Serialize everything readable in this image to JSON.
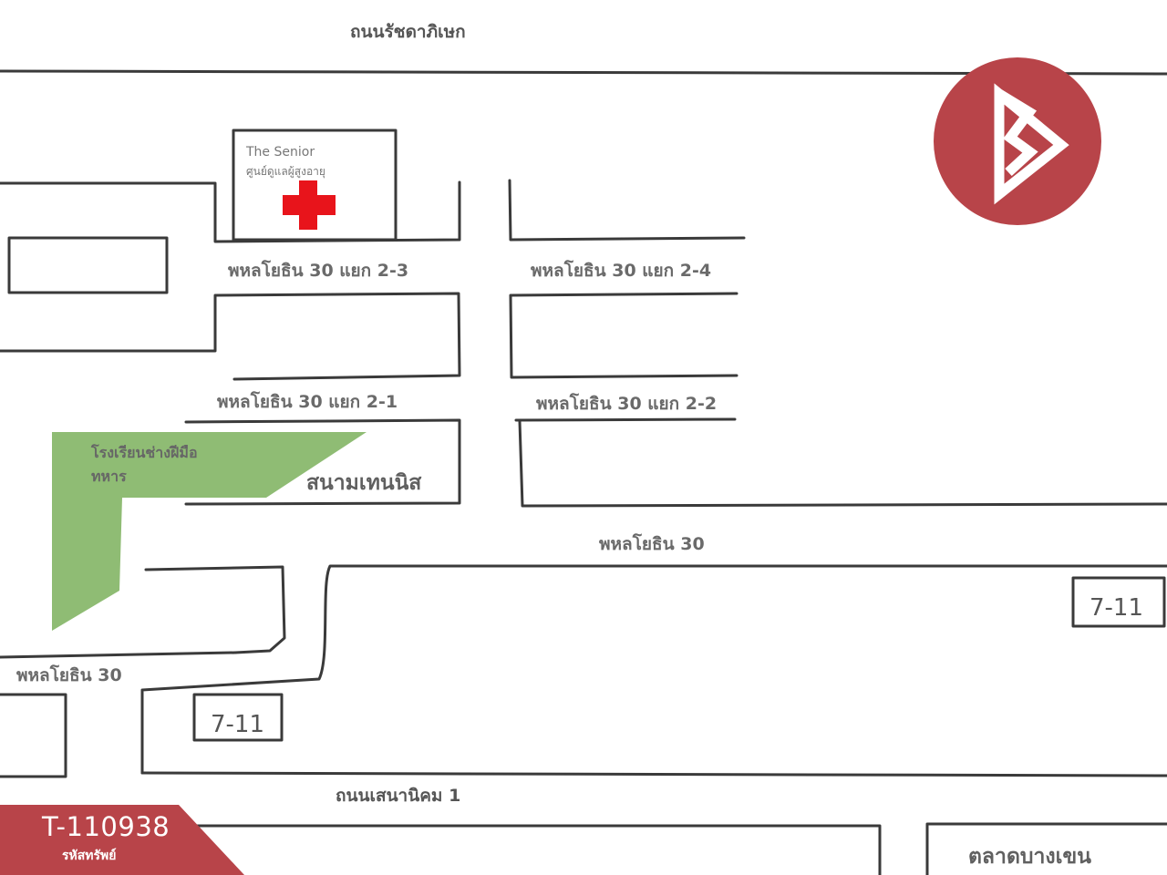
{
  "roads": {
    "top_road": "ถนนรัชดาภิเษก",
    "soi_2_3": "พหลโยธิน 30 แยก 2-3",
    "soi_2_4": "พหลโยธิน 30 แยก 2-4",
    "soi_2_1": "พหลโยธิน 30 แยก 2-1",
    "soi_2_2": "พหลโยธิน 30 แยก 2-2",
    "soi_30_main": "พหลโยธิน 30",
    "soi_30_left": "พหลโยธิน 30",
    "bottom_road": "ถนนเสนานิคม 1"
  },
  "places": {
    "senior_center_name": "The Senior",
    "senior_center_subtitle": "ศูนย์ดูแลผู้สูงอายุ",
    "school_line1": "โรงเรียนช่างฝีมือ",
    "school_line2": "ทหาร",
    "tennis_court": "สนามเทนนิส",
    "seven_eleven_right": "7-11",
    "seven_eleven_left": "7-11",
    "market": "ตลาดบางเขน"
  },
  "badge": {
    "code": "T-110938",
    "caption": "รหัสทรัพย์"
  },
  "colors": {
    "brand_red": "#b84449",
    "school_green": "#8fbc74",
    "cross_red": "#e8141b",
    "line_gray": "#3a3a3a"
  },
  "icons": {
    "brand_logo": "brand-logo-icon",
    "hospital_cross": "red-cross-icon"
  }
}
